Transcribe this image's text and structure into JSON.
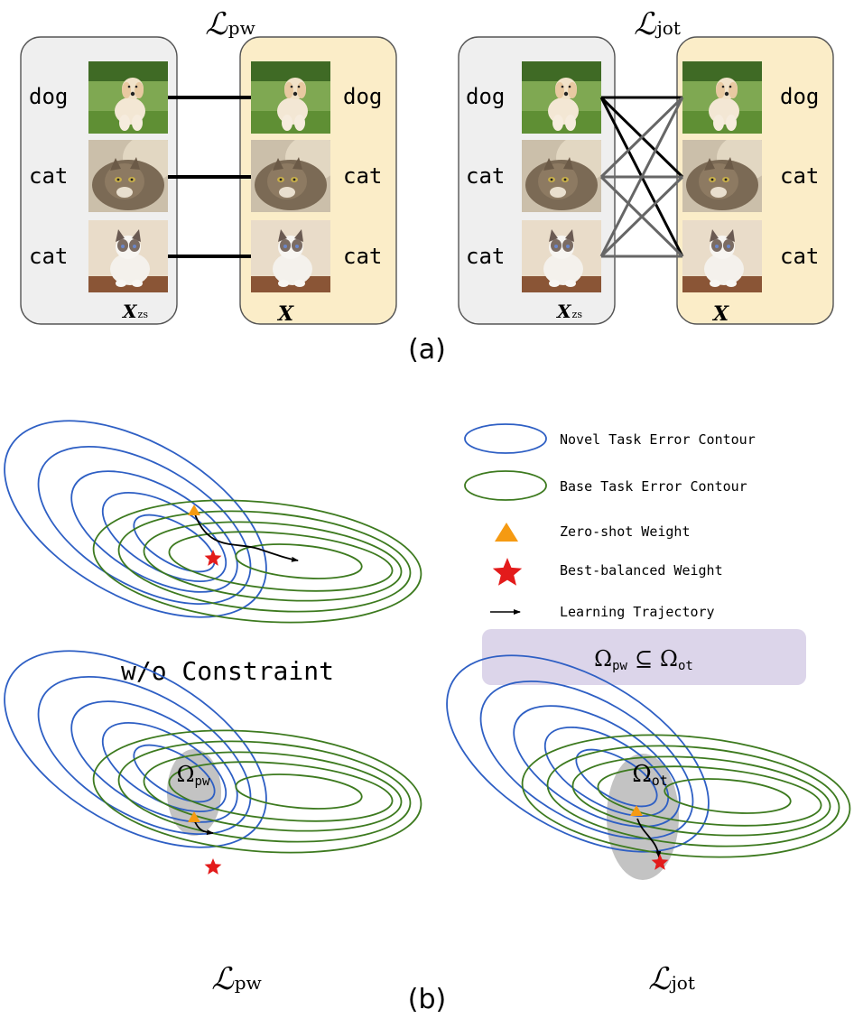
{
  "panel_a": {
    "caption": "(a)",
    "left": {
      "loss_symbol": "ℒ",
      "loss_sub": "pw",
      "zs_set": "X",
      "zs_sub": "zs",
      "ft_set": "X",
      "rows": [
        {
          "zs_label": "dog",
          "ft_label": "dog",
          "animal": "dog"
        },
        {
          "zs_label": "cat",
          "ft_label": "cat",
          "animal": "cat-tabby"
        },
        {
          "zs_label": "cat",
          "ft_label": "cat",
          "animal": "cat-white"
        }
      ]
    },
    "right": {
      "loss_symbol": "ℒ",
      "loss_sub": "jot",
      "zs_set": "X",
      "zs_sub": "zs",
      "ft_set": "X",
      "rows": [
        {
          "zs_label": "dog",
          "ft_label": "dog",
          "animal": "dog"
        },
        {
          "zs_label": "cat",
          "ft_label": "cat",
          "animal": "cat-tabby"
        },
        {
          "zs_label": "cat",
          "ft_label": "cat",
          "animal": "cat-white"
        }
      ]
    }
  },
  "panel_b": {
    "caption": "(b)",
    "top_plot_label": "w/o Constraint",
    "bottom_left": {
      "region_symbol": "Ω",
      "region_sub": "pw",
      "loss_symbol": "ℒ",
      "loss_sub": "pw"
    },
    "bottom_right": {
      "region_symbol": "Ω",
      "region_sub": "ot",
      "loss_symbol": "ℒ",
      "loss_sub": "jot"
    },
    "legend": {
      "novel_contour": "Novel Task Error Contour",
      "base_contour": "Base Task Error Contour",
      "zero_shot": "Zero-shot Weight",
      "best_balanced": "Best-balanced Weight",
      "trajectory": "Learning Trajectory",
      "subset_omega_1": "Ω",
      "subset_sub_1": "pw",
      "subset_op": "⊆",
      "subset_omega_2": "Ω",
      "subset_sub_2": "ot"
    }
  },
  "colors": {
    "novel": "#2e5fc4",
    "base": "#3d7a1f",
    "zero_shot": "#f59a12",
    "best": "#e31b1b",
    "zs_box": "#efefef",
    "ft_box": "#fbedc8",
    "legend_box": "#dcd5ea",
    "region": "#bdbdbd"
  }
}
